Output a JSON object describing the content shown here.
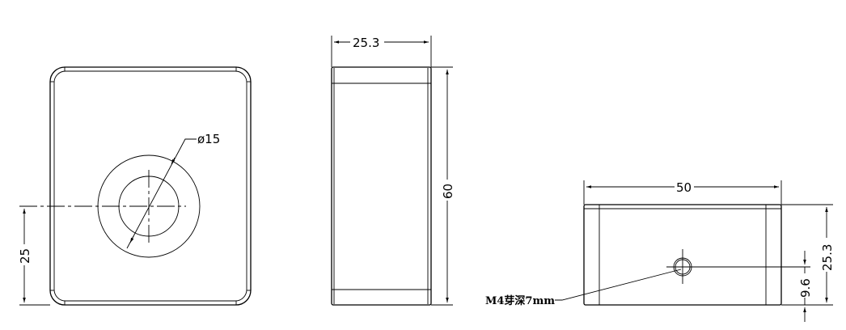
{
  "drawing": {
    "units": "mm",
    "views": {
      "front": {
        "diameter_label": "ø15",
        "height_dim": "25"
      },
      "side": {
        "width_dim": "25.3",
        "height_dim": "60"
      },
      "bottom": {
        "width_dim": "50",
        "height_dim": "25.3",
        "hole_offset_dim": "9.6",
        "hole_callout": "M4芽深7mm"
      }
    }
  }
}
